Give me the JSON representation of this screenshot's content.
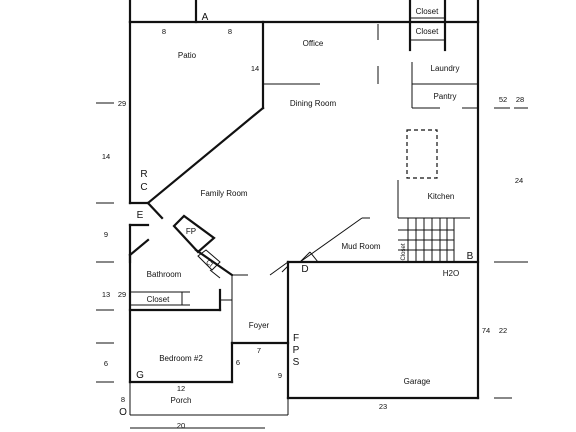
{
  "rooms": {
    "patio": "Patio",
    "office": "Office",
    "laundry": "Laundry",
    "pantry": "Pantry",
    "dining_room": "Dining Room",
    "family_room": "Family Room",
    "kitchen": "Kitchen",
    "mud_room": "Mud Room",
    "bathroom": "Bathroom",
    "closet_bath": "Closet",
    "foyer": "Foyer",
    "bedroom2": "Bedroom #2",
    "garage": "Garage",
    "porch": "Porch",
    "closet_top1": "Closet",
    "closet_top2": "Closet",
    "closet_stair": "Closet",
    "fireplace": "FP",
    "closet_small": "Cl",
    "water_heater": "H2O"
  },
  "letters": {
    "a": "A",
    "b": "B",
    "r": "R",
    "c": "C",
    "e": "E",
    "d": "D",
    "g": "G",
    "o": "O",
    "f": "F",
    "p": "P",
    "s": "S"
  },
  "dimensions": {
    "patio_left": "8",
    "patio_right": "8",
    "patio_side": "14",
    "left_29_top": "29",
    "left_14": "14",
    "left_9": "9",
    "left_13": "13",
    "left_29_mid": "29",
    "left_6": "6",
    "left_8": "8",
    "bedroom_12": "12",
    "bedroom_6": "6",
    "foyer_7": "7",
    "foyer_9": "9",
    "bottom_20": "20",
    "garage_23": "23",
    "right_52": "52",
    "right_28": "28",
    "right_24": "24",
    "right_74": "74",
    "right_22": "22"
  }
}
